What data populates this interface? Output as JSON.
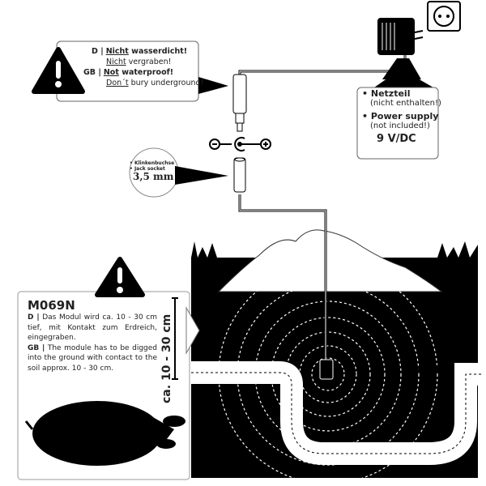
{
  "warning_top": {
    "d_prefix": "D |",
    "d_line1_emph": "Nicht",
    "d_line1_rest": " wasserdicht!",
    "d_line2_emph": "Nicht",
    "d_line2_rest": " vergraben!",
    "gb_prefix": "GB |",
    "gb_line1_emph": "Not",
    "gb_line1_rest": " waterproof!",
    "gb_line2_emph": "Don´t",
    "gb_line2_rest": " bury underground!"
  },
  "power_supply": {
    "de_title": "Netzteil",
    "de_note": "(nicht enthalten!)",
    "en_title": "Power supply",
    "en_note": "(not included!)",
    "voltage": "9 V/DC"
  },
  "jack": {
    "de": "Klinkenbuchse",
    "en": "Jack socket",
    "size": "3,5 mm"
  },
  "polarity": {
    "minus": "−",
    "plus": "+"
  },
  "model": {
    "name": "M069N",
    "d_prefix": "D |",
    "d_text": " Das Modul wird ca. 10 - 30 cm tief, mit Kontakt zum Erdreich, eingegraben.",
    "gb_prefix": "GB |",
    "gb_text": " The module has to be digged into the ground with contact to the soil approx. 10 - 30 cm."
  },
  "depth_label": "ca. 10 - 30 cm"
}
